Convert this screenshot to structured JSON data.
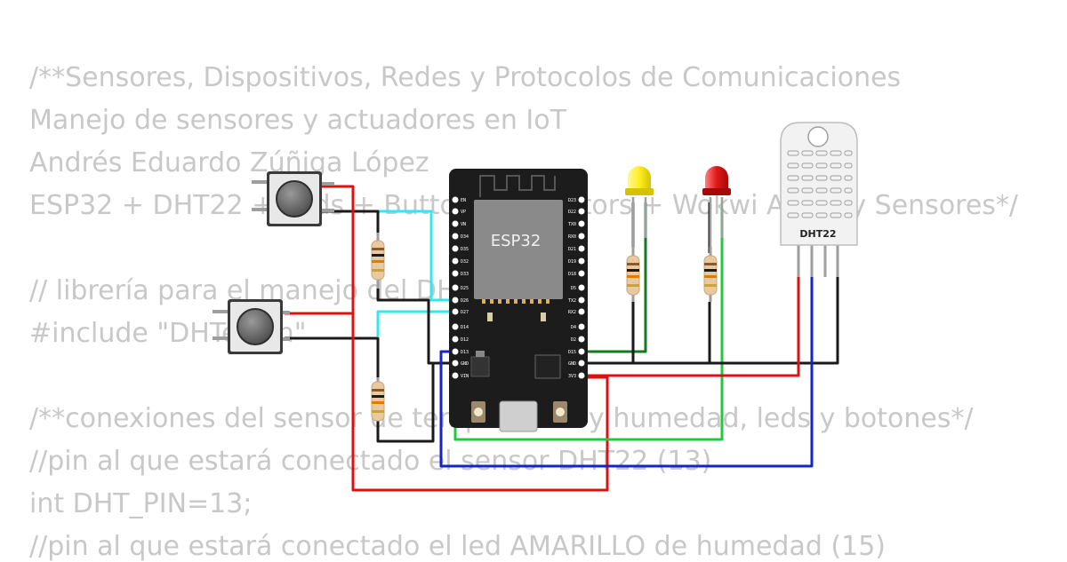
{
  "code_lines": [
    "/**Sensores, Dispositivos, Redes y Protocolos de Comunicaciones",
    "Manejo de sensores y actuadores en IoT",
    "Andrés Eduardo Zúñiga López",
    "ESP32 + DHT22 + Leds + Button + Resistors + Wokwi Activity Sensores*/",
    "",
    "// librería para el manejo del DHT22",
    "#include \"DHTesp.h\"",
    "",
    "/**conexiones del sensor de temperatura y humedad, leds y botones*/",
    "//pin al que estará conectado el sensor DHT22 (13)",
    "int DHT_PIN=13;",
    "//pin al que estará conectado el led AMARILLO de humedad (15)"
  ],
  "esp32": {
    "label": "ESP32",
    "left_pins": [
      "EN",
      "VP",
      "VN",
      "D34",
      "D35",
      "D32",
      "D33",
      "D25",
      "D26",
      "D27",
      "D14",
      "D12",
      "D13",
      "GND",
      "VIN"
    ],
    "right_pins": [
      "D23",
      "D22",
      "TX0",
      "RX0",
      "D21",
      "D19",
      "D18",
      "D5",
      "TX2",
      "RX2",
      "D4",
      "D2",
      "D15",
      "GND",
      "3V3"
    ]
  },
  "dht22": {
    "label": "DHT22"
  },
  "colors": {
    "wire_cyan": "#33e6f2",
    "wire_black": "#1a1a1a",
    "wire_red": "#e01010",
    "wire_green": "#22c93a",
    "wire_dark_green": "#0f7d1c",
    "wire_blue": "#1624c7",
    "led_yellow": "#ffee22",
    "led_red": "#e01818",
    "board": "#1c1c1c",
    "code_text": "#c8c8c8"
  }
}
